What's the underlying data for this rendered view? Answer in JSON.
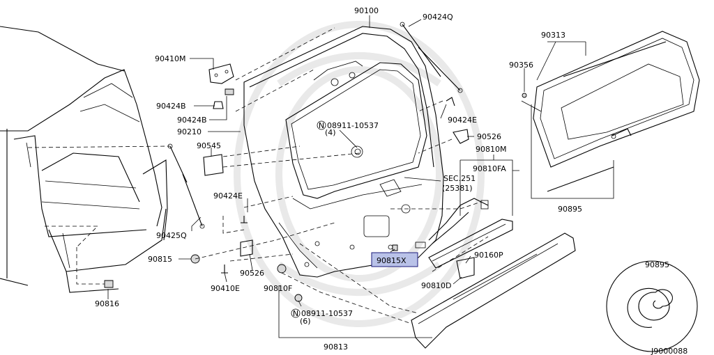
{
  "parts": {
    "p90100": "90100",
    "p90424q": "90424Q",
    "p90313": "90313",
    "p90410m": "90410M",
    "p90356": "90356",
    "p90424b_1": "90424B",
    "p90424b_2": "90424B",
    "p90424e_1": "90424E",
    "p90210": "90210",
    "p08911_a": "08911-10537",
    "p08911_a_qty": "(4)",
    "p90526_1": "90526",
    "p90545": "90545",
    "p90810m": "90810M",
    "p90810fa": "90810FA",
    "sec_ref": "SEC.251",
    "sec_ref_sub": "(25381)",
    "p90424e_2": "90424E",
    "p90895_1": "90895",
    "p90425q": "90425Q",
    "p90815x": "90815X",
    "p90160p": "90160P",
    "p90815": "90815",
    "p90526_2": "90526",
    "p90410e": "90410E",
    "p90810f": "90810F",
    "p90810d": "90810D",
    "p90816": "90816",
    "p08911_b": "08911-10537",
    "p08911_b_qty": "(6)",
    "p90813": "90813",
    "p90895_2": "90895",
    "diagram_id": "J9000088"
  },
  "callout_letter": "N",
  "highlight_color": "#b9c2e8"
}
